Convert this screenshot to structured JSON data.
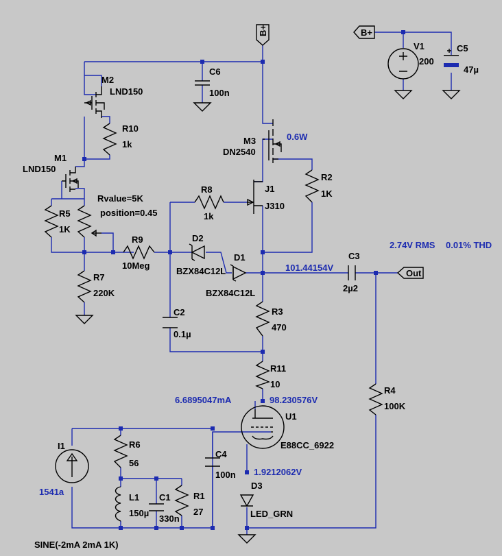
{
  "nets": {
    "supply": "B+",
    "output": "Out"
  },
  "components": {
    "V1": {
      "ref": "V1",
      "value": "200"
    },
    "C5": {
      "ref": "C5",
      "value": "47µ"
    },
    "C6": {
      "ref": "C6",
      "value": "100n"
    },
    "M2": {
      "ref": "M2",
      "value": "LND150"
    },
    "R10": {
      "ref": "R10",
      "value": "1k"
    },
    "M1": {
      "ref": "M1",
      "value": "LND150"
    },
    "M3": {
      "ref": "M3",
      "value": "DN2540"
    },
    "R2": {
      "ref": "R2",
      "value": "1K"
    },
    "R8": {
      "ref": "R8",
      "value": "1k"
    },
    "J1": {
      "ref": "J1",
      "value": "J310"
    },
    "R5": {
      "ref": "R5",
      "value": "1K"
    },
    "pot": {
      "rvalue": "Rvalue=5K",
      "position": "position=0.45"
    },
    "R9": {
      "ref": "R9",
      "value": "10Meg"
    },
    "D2": {
      "ref": "D2",
      "value": "BZX84C12L"
    },
    "D1": {
      "ref": "D1",
      "value": "BZX84C12L"
    },
    "C3": {
      "ref": "C3",
      "value": "2µ2"
    },
    "R7": {
      "ref": "R7",
      "value": "220K"
    },
    "C2": {
      "ref": "C2",
      "value": "0.1µ"
    },
    "R3": {
      "ref": "R3",
      "value": "470"
    },
    "R11": {
      "ref": "R11",
      "value": "10"
    },
    "R4": {
      "ref": "R4",
      "value": "100K"
    },
    "U1": {
      "ref": "U1",
      "value": "E88CC_6922"
    },
    "I1": {
      "ref": "I1",
      "value": "1541a",
      "source": "SINE(-2mA 2mA 1K)"
    },
    "R6": {
      "ref": "R6",
      "value": "56"
    },
    "C4": {
      "ref": "C4",
      "value": "100n"
    },
    "L1": {
      "ref": "L1",
      "value": "150µ"
    },
    "C1": {
      "ref": "C1",
      "value": "330n"
    },
    "R1": {
      "ref": "R1",
      "value": "27"
    },
    "D3": {
      "ref": "D3",
      "value": "LED_GRN"
    }
  },
  "annotations": {
    "m3_power": "0.6W",
    "output_rms": "2.74V RMS",
    "output_thd": "0.01% THD",
    "node_voltage_out": "101.44154V",
    "tube_current": "6.6895047mA",
    "plate_voltage": "98.230576V",
    "cathode_voltage": "1.9212062V"
  }
}
